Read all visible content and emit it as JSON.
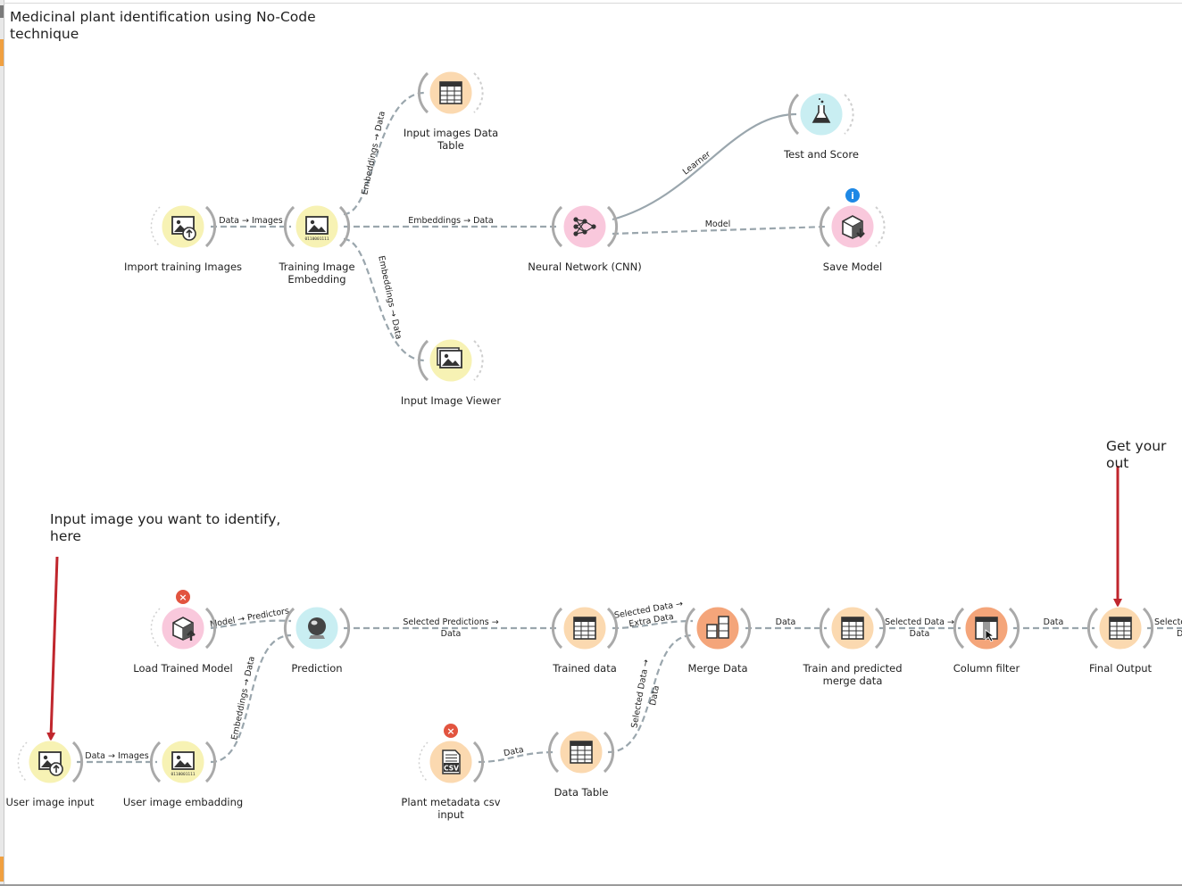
{
  "annotations": {
    "title": "Medicinal plant identification using No-Code\ntechnique",
    "input_hint": "Input image you want to identify,\nhere",
    "output_hint": "Get your out"
  },
  "nodes": {
    "import_training": {
      "label": "Import training Images",
      "icon": "image-upload-icon",
      "color": "#f7f2b4"
    },
    "training_embedding": {
      "label": "Training Image\nEmbedding",
      "icon": "image-embedding-icon",
      "color": "#f7f2b4"
    },
    "input_data_table": {
      "label": "Input images Data\nTable",
      "icon": "table-icon",
      "color": "#fbd9b0"
    },
    "input_image_viewer": {
      "label": "Input Image Viewer",
      "icon": "image-viewer-icon",
      "color": "#f7f2b4"
    },
    "neural_network": {
      "label": "Neural Network (CNN)",
      "icon": "neural-network-icon",
      "color": "#f9c8dc"
    },
    "test_score": {
      "label": "Test and Score",
      "icon": "flask-icon",
      "color": "#c9eef2"
    },
    "save_model": {
      "label": "Save Model",
      "icon": "save-model-icon",
      "color": "#f9c8dc"
    },
    "load_trained_model": {
      "label": "Load Trained Model",
      "icon": "load-model-icon",
      "color": "#f9c8dc"
    },
    "prediction": {
      "label": "Prediction",
      "icon": "crystal-ball-icon",
      "color": "#c9eef2"
    },
    "trained_data": {
      "label": "Trained data",
      "icon": "table-icon",
      "color": "#fbd9b0"
    },
    "merge_data": {
      "label": "Merge Data",
      "icon": "merge-icon",
      "color": "#f4a57a"
    },
    "train_predicted_merge": {
      "label": "Train and predicted\nmerge data",
      "icon": "table-icon",
      "color": "#fbd9b0"
    },
    "column_filter": {
      "label": "Column filter",
      "icon": "column-filter-icon",
      "color": "#f4a57a"
    },
    "final_output": {
      "label": "Final Output",
      "icon": "table-icon",
      "color": "#fbd9b0"
    },
    "user_image_input": {
      "label": "User image input",
      "icon": "image-upload-icon",
      "color": "#f7f2b4"
    },
    "user_image_embedding": {
      "label": "User image embadding",
      "icon": "image-embedding-icon",
      "color": "#f7f2b4"
    },
    "plant_metadata_csv": {
      "label": "Plant metadata csv\ninput",
      "icon": "csv-file-icon",
      "color": "#fbd9b0"
    },
    "data_table": {
      "label": "Data Table",
      "icon": "table-icon",
      "color": "#fbd9b0"
    }
  },
  "links": {
    "import_to_embed": "Data → Images",
    "embed_to_table": "Embeddings → Data",
    "embed_to_nn": "Embeddings → Data",
    "embed_to_viewer": "Embeddings → Data",
    "nn_to_test": "Learner",
    "nn_to_save": "Model",
    "load_to_pred": "Model → Predictors",
    "user_to_embed": "Data → Images",
    "embed_to_pred": "Embeddings → Data",
    "pred_to_trained_1": "Selected Predictions →",
    "pred_to_trained_2": "Data",
    "trained_to_merge_1": "Selected Data →",
    "trained_to_merge_2": "Extra Data",
    "datatable_to_merge_1": "Selected Data →",
    "datatable_to_merge_2": "Data",
    "csv_to_table": "Data",
    "merge_to_train": "Data",
    "train_to_filter_1": "Selected Data →",
    "train_to_filter_2": "Data",
    "filter_to_final": "Data",
    "final_out": "Selecte"
  },
  "badges": {
    "info": "i",
    "error": "×"
  },
  "colors": {
    "link": "#9aa6ad",
    "arrow": "#c0262d",
    "info": "#1e88e5",
    "error": "#e2543f"
  }
}
